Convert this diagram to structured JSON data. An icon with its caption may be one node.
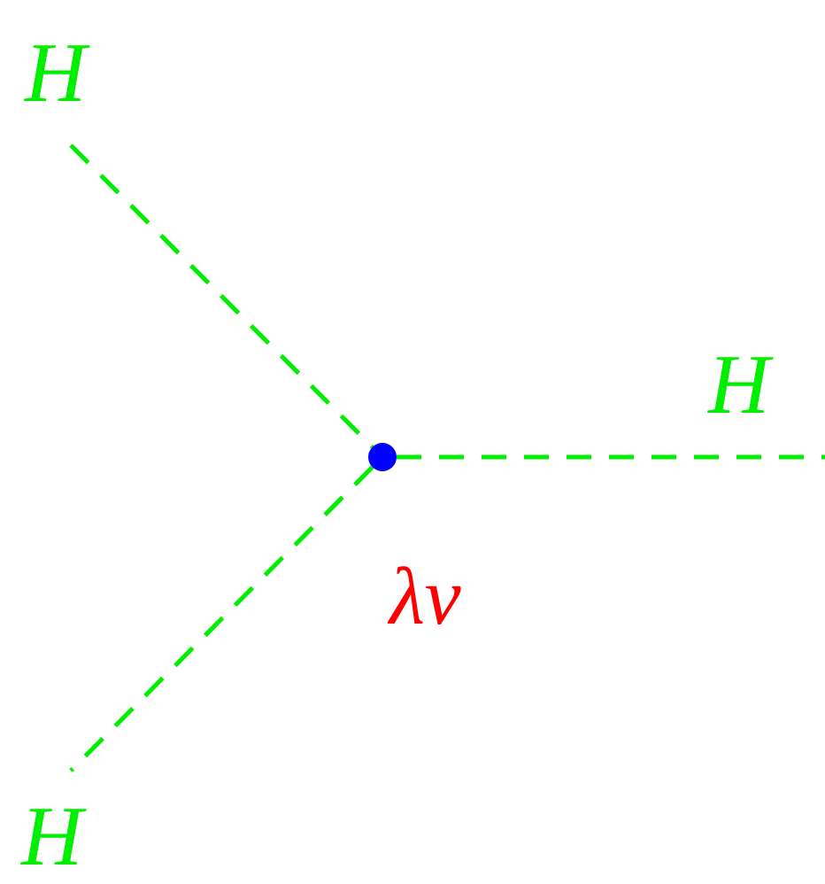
{
  "diagram": {
    "nodes": [
      {
        "text": [
          "H"
        ]
      },
      {
        "text": [
          "H"
        ]
      },
      {
        "text": [
          "H"
        ]
      },
      {
        "text": [],
        "shape": "circle",
        "beside": [
          "λv"
        ]
      }
    ],
    "edges": [
      {
        "from": 0,
        "to": 3,
        "arrow": "none",
        "style": "dashed"
      },
      {
        "from": 3,
        "to": 1,
        "arrow": "none",
        "style": "dashed"
      },
      {
        "from": 3,
        "to": 2,
        "arrow": "none",
        "style": "dashed"
      }
    ]
  }
}
